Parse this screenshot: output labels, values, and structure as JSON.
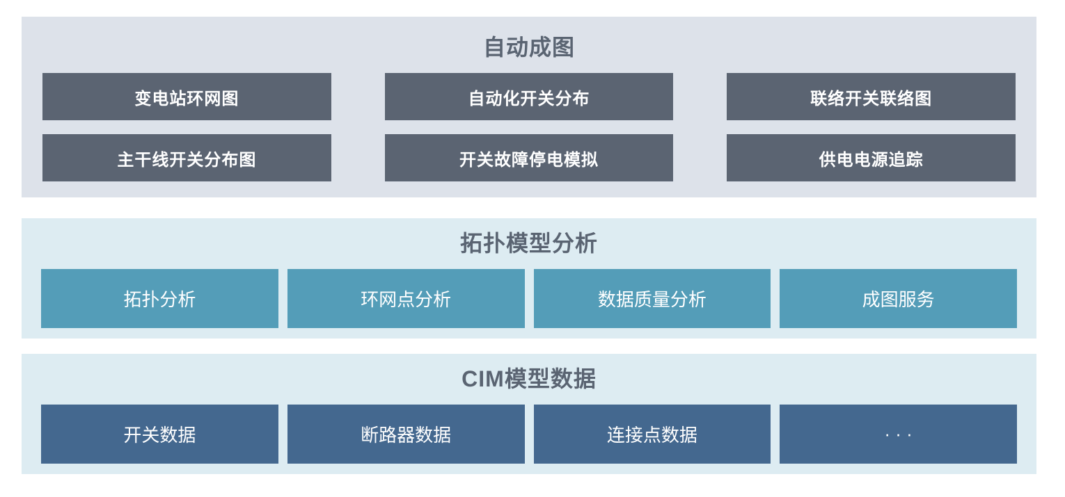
{
  "sections": [
    {
      "id": "auto-diagram",
      "title": "自动成图",
      "items": [
        {
          "label": "变电站环网图"
        },
        {
          "label": "自动化开关分布"
        },
        {
          "label": "联络开关联络图"
        },
        {
          "label": "主干线开关分布图"
        },
        {
          "label": "开关故障停电模拟"
        },
        {
          "label": "供电电源追踪"
        }
      ]
    },
    {
      "id": "topology-model-analysis",
      "title": "拓扑模型分析",
      "items": [
        {
          "label": "拓扑分析"
        },
        {
          "label": "环网点分析"
        },
        {
          "label": "数据质量分析"
        },
        {
          "label": "成图服务"
        }
      ]
    },
    {
      "id": "cim-model-data",
      "title": "CIM模型数据",
      "items": [
        {
          "label": "开关数据"
        },
        {
          "label": "断路器数据"
        },
        {
          "label": "连接点数据"
        },
        {
          "label": "· · ·"
        }
      ]
    }
  ],
  "colors": {
    "panel_gray_bg": "#dde2ea",
    "panel_blue_bg": "#ddecf2",
    "box_dark_slate": "#5b6472",
    "box_teal": "#549db8",
    "box_navy": "#44688f",
    "title_text": "#5a6472",
    "box_text": "#ffffff"
  }
}
